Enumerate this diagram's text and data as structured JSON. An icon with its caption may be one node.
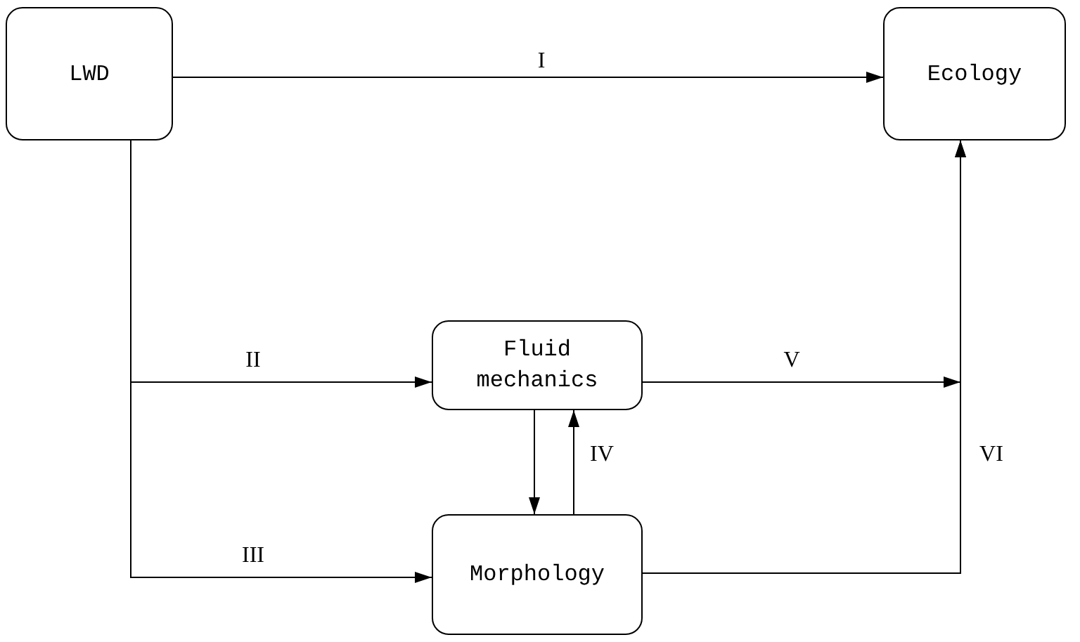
{
  "diagram": {
    "nodes": [
      {
        "text": [
          "LWD"
        ]
      },
      {
        "text": [
          "Ecology"
        ]
      },
      {
        "text": [
          "Fluid mechanics"
        ]
      },
      {
        "text": [
          "Morphology"
        ]
      }
    ],
    "edges": [
      {
        "from": 0,
        "to": 1,
        "arrow": "to",
        "label": "I"
      },
      {
        "from": 0,
        "to": 2,
        "arrow": "to",
        "label": "II"
      },
      {
        "from": 0,
        "to": 3,
        "arrow": "to",
        "label": "III"
      },
      {
        "from": 2,
        "to": 3,
        "arrow": "to"
      },
      {
        "from": 3,
        "to": 2,
        "arrow": "to",
        "label": "IV"
      },
      {
        "from": 2,
        "to": 1,
        "arrow": "to",
        "label": "V"
      },
      {
        "from": 3,
        "to": 1,
        "arrow": "to",
        "label": "VI"
      }
    ]
  }
}
